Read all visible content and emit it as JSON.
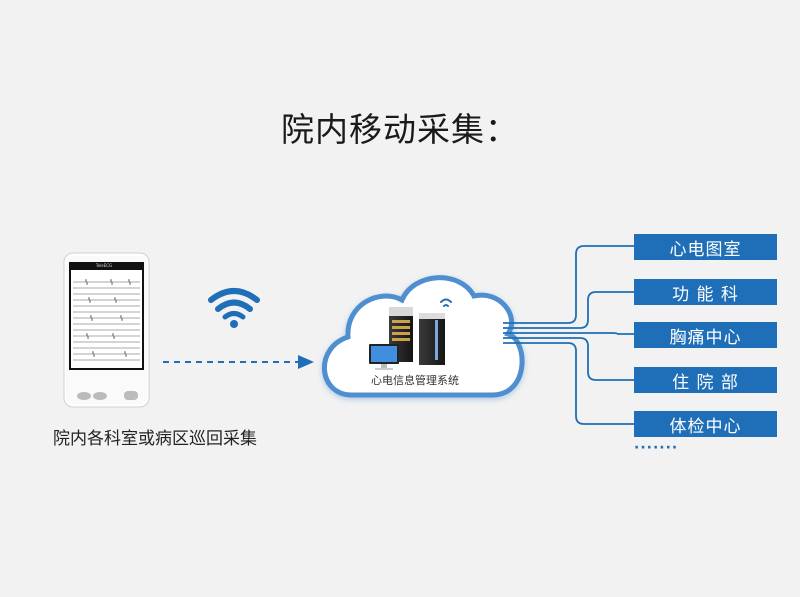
{
  "title": "院内移动采集：",
  "device": {
    "brand": "TeleECG",
    "caption": "院内各科室或病区巡回采集"
  },
  "cloud": {
    "label": "心电信息管理系统"
  },
  "departments": [
    {
      "label": "心电图室"
    },
    {
      "label": "功 能 科"
    },
    {
      "label": "胸痛中心"
    },
    {
      "label": "住 院 部"
    },
    {
      "label": "体检中心"
    }
  ],
  "more": "·······",
  "colors": {
    "accent": "#1e6fb7",
    "background": "#f2f2f2"
  }
}
